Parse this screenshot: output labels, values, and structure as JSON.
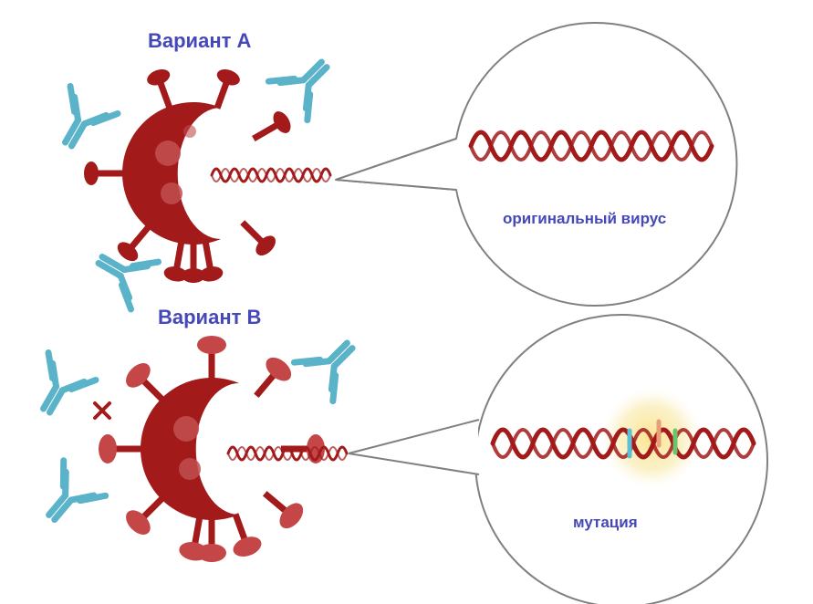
{
  "variant_a": {
    "title": "Вариант А",
    "caption": "оригинальный вирус"
  },
  "variant_b": {
    "title": "Вариант В",
    "caption": "мутация"
  },
  "colors": {
    "virus": "#a31a1a",
    "virus_light": "#c14d4d",
    "antibody": "#5ab3c8",
    "label": "#4448b8",
    "bubble_stroke": "#808080",
    "mutation_glow": "#f9e7a4",
    "mutation_marks": [
      "#5bc0d6",
      "#e8a07a",
      "#6cc46c"
    ]
  },
  "icons": {
    "virus": "virus-icon",
    "antibody": "antibody-icon",
    "blocked": "cross-icon",
    "rna": "rna-strand-icon"
  }
}
